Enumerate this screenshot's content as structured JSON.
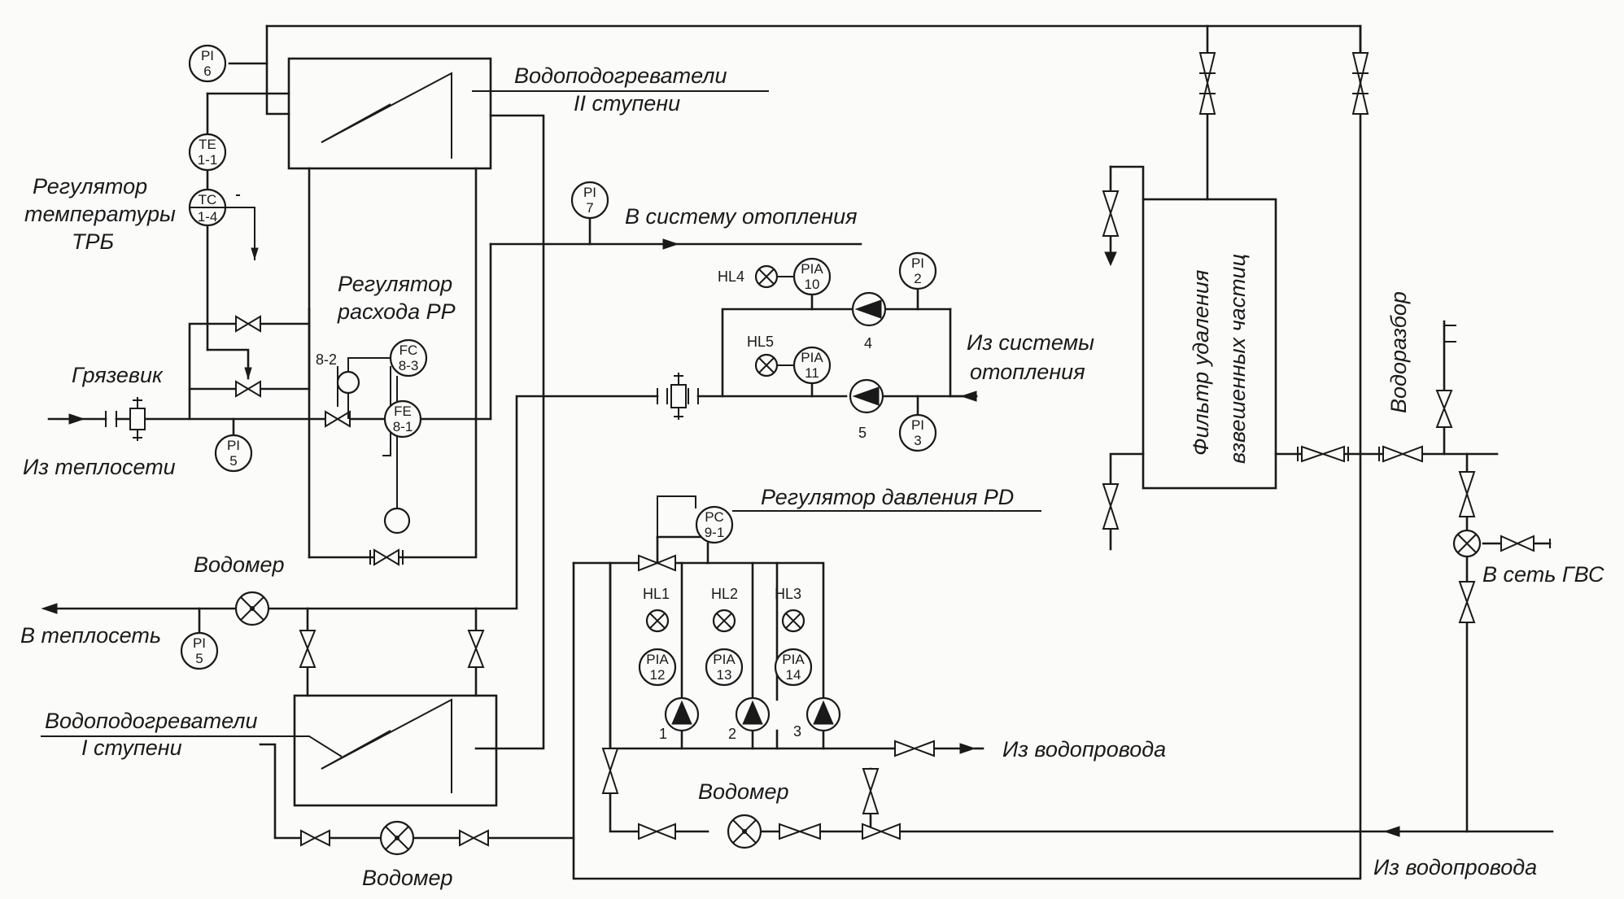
{
  "labels": {
    "heater_stage2_line1": "Водоподогреватели",
    "heater_stage2_line2": "II ступени",
    "heater_stage1_line1": "Водоподогреватели",
    "heater_stage1_line2": "I ступени",
    "temp_regulator_line1": "Регулятор",
    "temp_regulator_line2": "температуры",
    "temp_regulator_line3": "ТРБ",
    "flow_regulator_line1": "Регулятор",
    "flow_regulator_line2": "расхода РР",
    "mud_trap": "Грязевик",
    "from_heat_network": "Из теплосети",
    "to_heat_network": "В теплосеть",
    "to_heating_system": "В систему отопления",
    "from_heating_system_line1": "Из системы",
    "from_heating_system_line2": "отопления",
    "pressure_regulator": "Регулятор давления PD",
    "water_meter_top": "Водомер",
    "water_meter_middle": "Водомер",
    "water_meter_bottom": "Водомер",
    "from_water_supply_1": "Из водопровода",
    "from_water_supply_2": "Из водопровода",
    "filter_line1": "Фильтр удаления",
    "filter_line2": "взвешенных частиц",
    "water_draw": "Водоразбор",
    "to_dhw_network": "В сеть ГВС"
  },
  "instruments": {
    "pi6": [
      "PI",
      "6"
    ],
    "te11": [
      "TE",
      "1-1"
    ],
    "tc14": [
      "TC",
      "1-4"
    ],
    "pi7": [
      "PI",
      "7"
    ],
    "pi2": [
      "PI",
      "2"
    ],
    "pia10": [
      "PIA",
      "10"
    ],
    "pia11": [
      "PIA",
      "11"
    ],
    "pi3": [
      "PI",
      "3"
    ],
    "fc83": [
      "FC",
      "8-3"
    ],
    "fe81": [
      "FE",
      "8-1"
    ],
    "pi5a": [
      "PI",
      "5"
    ],
    "pi5b": [
      "PI",
      "5"
    ],
    "pc91": [
      "PC",
      "9-1"
    ],
    "pia12": [
      "PIA",
      "12"
    ],
    "pia13": [
      "PIA",
      "13"
    ],
    "pia14": [
      "PIA",
      "14"
    ]
  },
  "tags": {
    "hl1": "HL1",
    "hl2": "HL2",
    "hl3": "HL3",
    "hl4": "HL4",
    "hl5": "HL5",
    "actuator": "8-2",
    "pump1": "1",
    "pump2": "2",
    "pump3": "3",
    "pump4": "4",
    "pump5": "5"
  }
}
